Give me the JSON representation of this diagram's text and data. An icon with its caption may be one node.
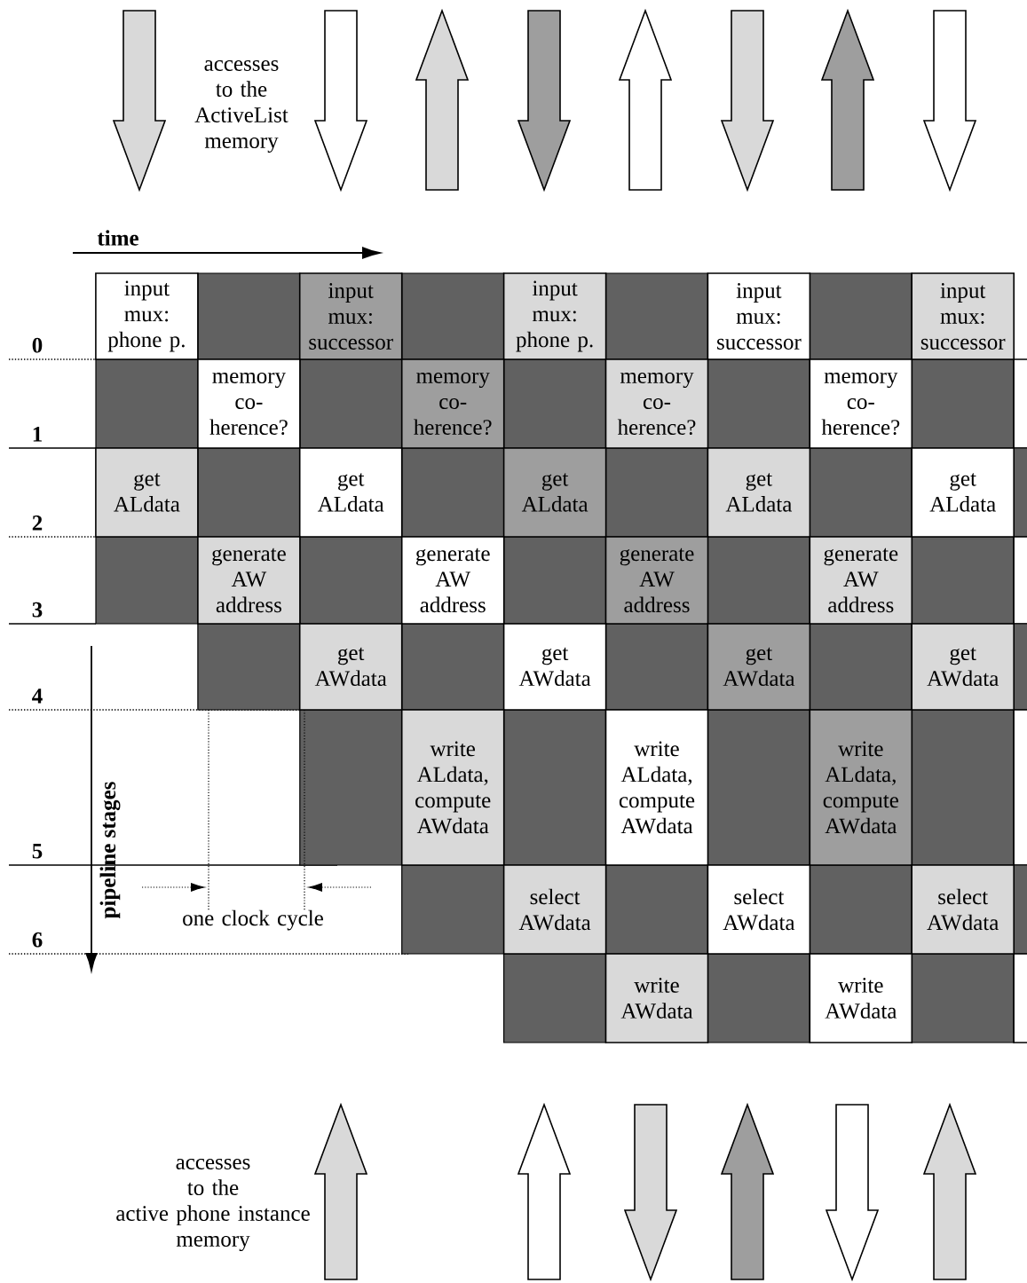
{
  "diagram": {
    "nodes": [
      {
        "text": [
          "input mux: phone p."
        ]
      },
      {
        "text": [
          "input mux: successor"
        ]
      },
      {
        "text": [
          "input mux: phone p."
        ]
      },
      {
        "text": [
          "input mux: successor"
        ]
      },
      {
        "text": [
          "input mux: successor"
        ]
      },
      {
        "text": [
          "memory co- herence?"
        ]
      },
      {
        "text": [
          "memory co- herence?"
        ]
      },
      {
        "text": [
          "memory co- herence?"
        ]
      },
      {
        "text": [
          "memory co- herence?"
        ]
      },
      {
        "text": [
          "get ALdata"
        ]
      },
      {
        "text": [
          "get ALdata"
        ]
      },
      {
        "text": [
          "get ALdata"
        ]
      },
      {
        "text": [
          "get ALdata"
        ]
      },
      {
        "text": [
          "get ALdata"
        ]
      },
      {
        "text": [
          "generate AW address"
        ]
      },
      {
        "text": [
          "generate AW address"
        ]
      },
      {
        "text": [
          "generate AW address"
        ]
      },
      {
        "text": [
          "generate AW address"
        ]
      },
      {
        "text": [
          "get AWdata"
        ]
      },
      {
        "text": [
          "get AWdata"
        ]
      },
      {
        "text": [
          "get AWdata"
        ]
      },
      {
        "text": [
          "get AWdata"
        ]
      },
      {
        "text": [
          "write ALdata, compute AWdata"
        ]
      },
      {
        "text": [
          "write ALdata, compute AWdata"
        ]
      },
      {
        "text": [
          "write ALdata, compute AWdata"
        ]
      },
      {
        "text": [
          "select AWdata"
        ]
      },
      {
        "text": [
          "select AWdata"
        ]
      },
      {
        "text": [
          "select AWdata"
        ]
      },
      {
        "text": [
          "write AWdata"
        ]
      },
      {
        "text": [
          "write AWdata"
        ]
      }
    ],
    "labels": [
      "accesses to the ActiveList memory",
      "time",
      "0",
      "1",
      "2",
      "3",
      "4",
      "pipeline stages",
      "5",
      "one clock cycle",
      "6",
      "accesses to the active phone instance memory"
    ]
  }
}
